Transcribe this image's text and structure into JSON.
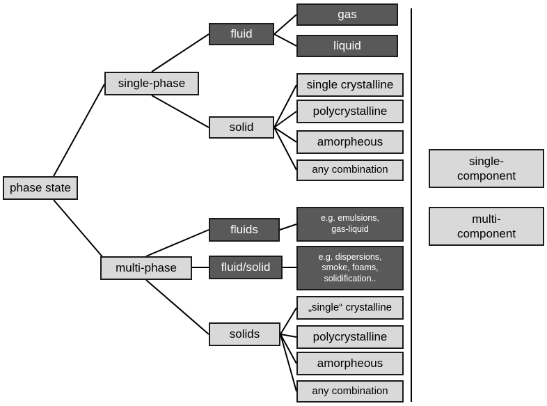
{
  "root": "phase state",
  "single_phase": {
    "label": "single-phase",
    "fluid": {
      "label": "fluid",
      "children": [
        "gas",
        "liquid"
      ]
    },
    "solid": {
      "label": "solid",
      "children": [
        "single crystalline",
        "polycrystalline",
        "amorpheous",
        "any combination"
      ]
    }
  },
  "multi_phase": {
    "label": "multi-phase",
    "fluids": {
      "label": "fluids",
      "detail_line1": "e.g. emulsions,",
      "detail_line2": "gas-liquid"
    },
    "fluid_solid": {
      "label": "fluid/solid",
      "detail_line1": "e.g. dispersions,",
      "detail_line2": "smoke, foams,",
      "detail_line3": "solidification.."
    },
    "solids": {
      "label": "solids",
      "children": [
        "„single“ crystalline",
        "polycrystalline",
        "amorpheous",
        "any combination"
      ]
    }
  },
  "components": {
    "single_line1": "single-",
    "single_line2": "component",
    "multi_line1": "multi-",
    "multi_line2": "component"
  },
  "colors": {
    "light_box": "#d9d9d9",
    "dark_box": "#595959",
    "line": "#000000"
  }
}
